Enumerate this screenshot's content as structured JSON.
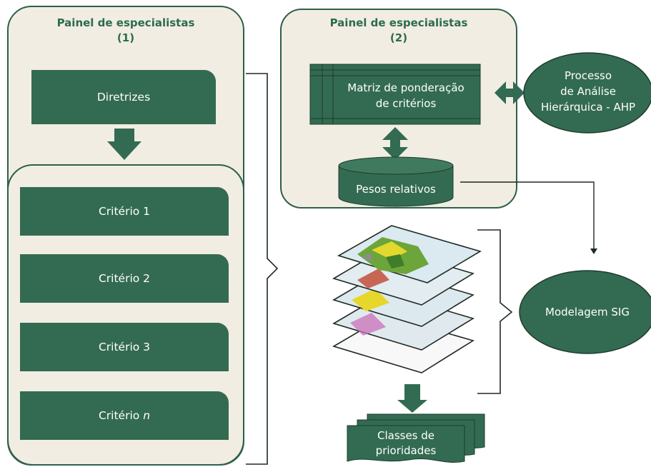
{
  "panel1": {
    "title_line1": "Painel de especialistas",
    "title_line2": "(1)",
    "guidelines": "Diretrizes",
    "criteria": [
      "Critério 1",
      "Critério 2",
      "Critério 3"
    ],
    "criterion_n_prefix": "Critério",
    "criterion_n_suffix": "n"
  },
  "panel2": {
    "title_line1": "Painel de especialistas",
    "title_line2": "(2)",
    "matrix_line1": "Matriz de ponderação",
    "matrix_line2": "de critérios",
    "weights": "Pesos relativos"
  },
  "ahp": {
    "line1": "Processo",
    "line2": "de Análise",
    "line3": "Hierárquica - AHP"
  },
  "gis": "Modelagem SIG",
  "output": {
    "line1": "Classes de",
    "line2": "prioridades"
  },
  "colors": {
    "dark_green": "#336b52",
    "panel_bg": "#f1ede3",
    "title_green": "#2d6b4f"
  }
}
